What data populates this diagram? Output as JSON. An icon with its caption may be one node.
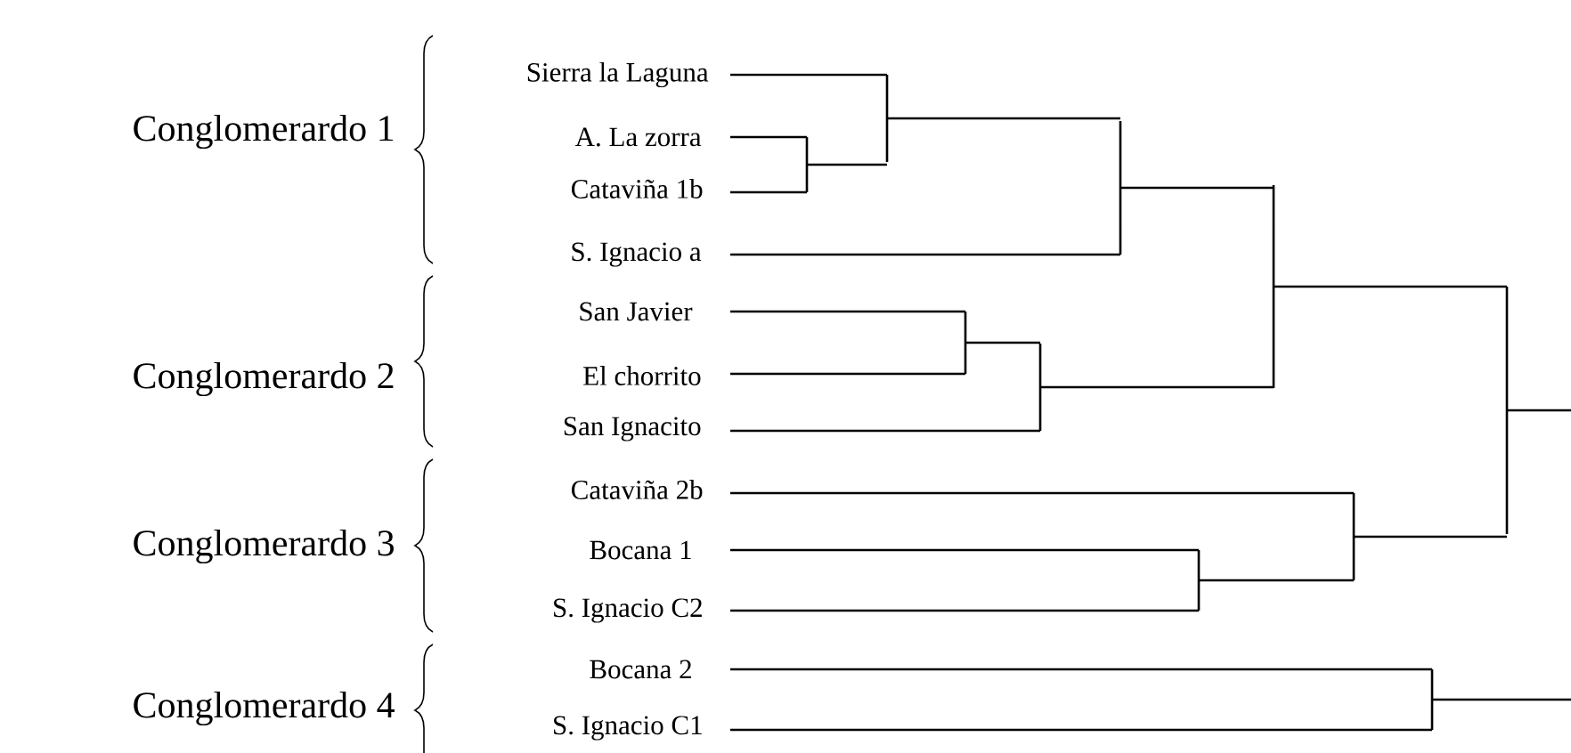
{
  "diagram": {
    "labels": [
      "Conglomerardo 1",
      "Sierra la Laguna",
      "A. La zorra",
      "Cataviña 1b",
      "S. Ignacio a",
      "Conglomerardo 2",
      "San Javier",
      "El chorrito",
      "San Ignacito",
      "Conglomerardo 3",
      "Cataviña 2b",
      "Bocana 1",
      "S. Ignacio C2",
      "Conglomerardo 4",
      "Bocana 2",
      "S. Ignacio C1"
    ]
  }
}
